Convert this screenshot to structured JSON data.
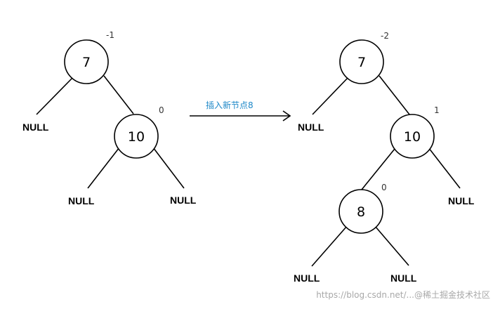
{
  "left_tree": {
    "root": {
      "value": "7",
      "balance": "-1"
    },
    "right_child": {
      "value": "10",
      "balance": "0"
    },
    "nulls": [
      "NULL",
      "NULL",
      "NULL"
    ]
  },
  "arrow": {
    "label": "插入新节点8"
  },
  "right_tree": {
    "root": {
      "value": "7",
      "balance": "-2"
    },
    "right_child": {
      "value": "10",
      "balance": "1"
    },
    "new_node": {
      "value": "8",
      "balance": "0"
    },
    "nulls": [
      "NULL",
      "NULL",
      "NULL",
      "NULL"
    ]
  },
  "watermark": "https://blog.csdn.net/...@稀土掘金技术社区"
}
